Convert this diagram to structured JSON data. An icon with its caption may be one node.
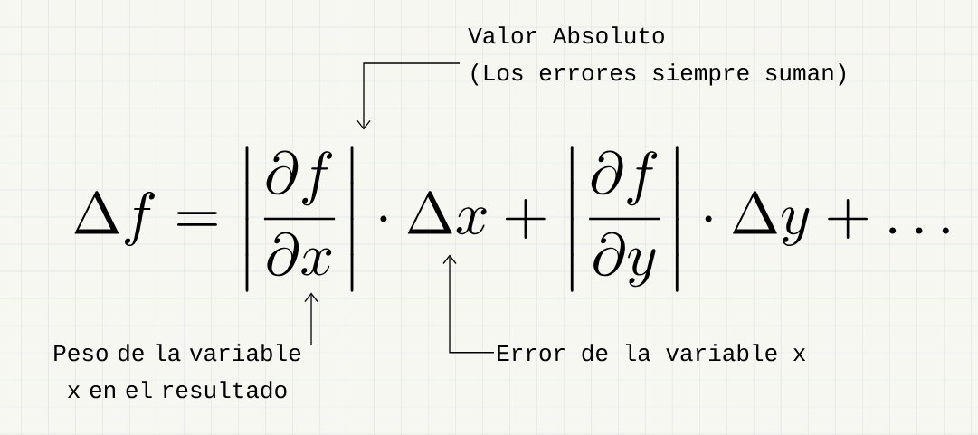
{
  "diagram": {
    "nodes": [
      {
        "text": [
          "Valor Absoluto",
          "(Los errores siempre suman)"
        ]
      },
      {
        "text": [
          "Peso de la variable x en el resultado"
        ]
      },
      {
        "text": [
          "Error de la variable x"
        ]
      },
      {
        "text": [
          "\\Delta f = \\left|\\frac{\\partial f}{\\partial x}\\right| \\cdot \\Delta x + \\left|\\frac{\\partial f}{\\partial y}\\right| \\cdot \\Delta y + \\ldots"
        ]
      }
    ],
    "edges": [
      {
        "from": 0,
        "to": 3,
        "arrow": "to"
      },
      {
        "from": 1,
        "to": 3,
        "arrow": "to"
      },
      {
        "from": 2,
        "to": 3,
        "arrow": "to"
      }
    ]
  }
}
